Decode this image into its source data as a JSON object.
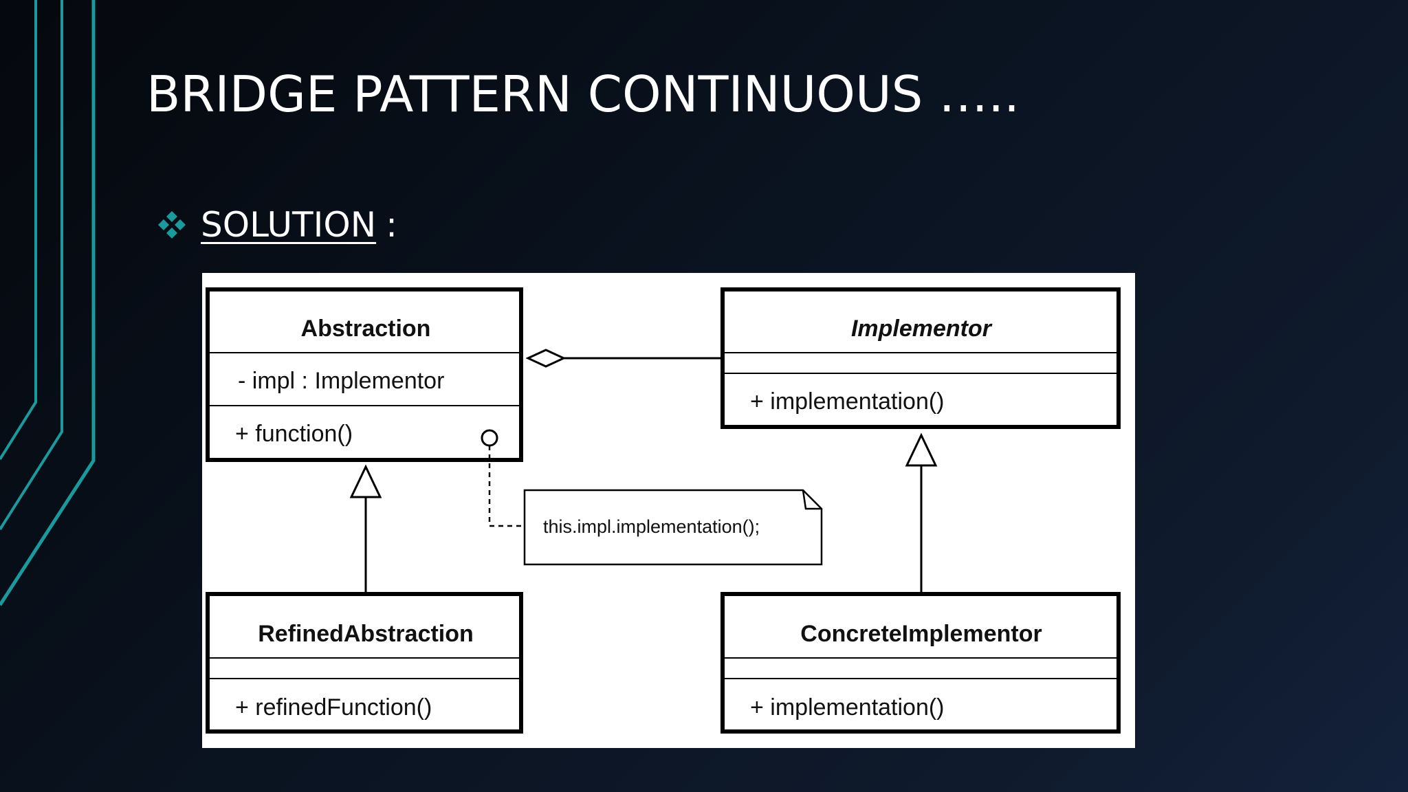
{
  "slide": {
    "title": "BRIDGE PATTERN CONTINUOUS …..",
    "bullet": {
      "label": "SOLUTION",
      "suffix": ":"
    }
  },
  "colors": {
    "accent": "#1a9a9c",
    "background": "#0a1320",
    "text": "#ffffff",
    "panel": "#ffffff"
  },
  "diagram": {
    "classes": {
      "abstraction": {
        "name": "Abstraction",
        "attribute": "-  impl : Implementor",
        "method": "+  function()"
      },
      "implementor": {
        "name": "Implementor",
        "method": "+  implementation()"
      },
      "refined": {
        "name": "RefinedAbstraction",
        "method": "+  refinedFunction()"
      },
      "concrete": {
        "name": "ConcreteImplementor",
        "method": "+  implementation()"
      }
    },
    "note": "this.impl.implementation();"
  }
}
